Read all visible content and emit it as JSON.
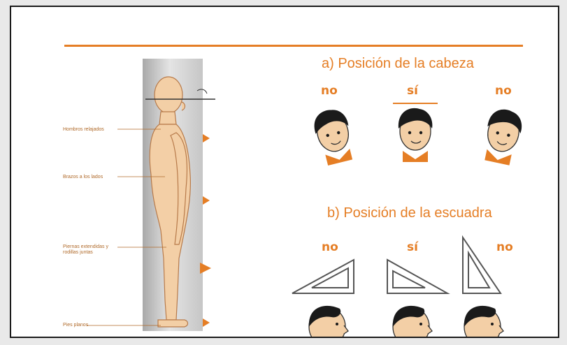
{
  "heading_a": "a) Posición de la cabeza",
  "heading_b": "b) Posición de la escuadra",
  "labels_a": [
    "no",
    "sí",
    "no"
  ],
  "labels_b": [
    "no",
    "sí",
    "no"
  ],
  "body_labels": [
    "Hombros relajados",
    "Brazos a los lados",
    "Piernas extendidas y rodillas juntas",
    "Pies planos"
  ],
  "colors": {
    "accent": "#e57e25",
    "wall": "#c9c9c9",
    "skin": "#f3cfa6",
    "hair": "#1a1a1a"
  }
}
